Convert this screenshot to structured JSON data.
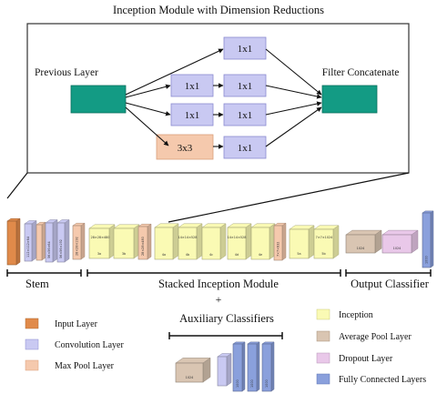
{
  "title": "Inception Module with Dimension Reductions",
  "module": {
    "previous_layer": "Previous Layer",
    "filter_concatenate": "Filter Concatenate",
    "conv_1x1": "1x1",
    "pool_3x3": "3x3"
  },
  "sections": {
    "stem": "Stem",
    "stacked": "Stacked Inception Module",
    "output": "Output Classifier",
    "plus": "+",
    "auxiliary": "Auxiliary Classifiers"
  },
  "block_labels": {
    "conv1": "112×112×64",
    "conv2": "56×56×64",
    "conv3": "56×56×192",
    "pool": "28×28×192",
    "inc3a": "3a",
    "inc3b": "3b",
    "pool3": "28×28×480",
    "inc4a": "4a",
    "inc4b": "4b",
    "inc4c": "4c",
    "inc4d": "4d",
    "inc4e": "4e",
    "inc4_dim": "14×14×528",
    "pool4": "7×7×832",
    "inc5a": "5a",
    "inc5b": "5b",
    "inc5_dim": "7×7×1024",
    "avg": "1024",
    "drop": "1024",
    "fc": "1000",
    "aux_avg": "1024",
    "aux_fc": "1000"
  },
  "legend": {
    "input": "Input Layer",
    "conv": "Convolution Layer",
    "maxpool": "Max Pool Layer",
    "inception": "Inception",
    "avgpool": "Average Pool Layer",
    "dropout": "Dropout Layer",
    "fc": "Fully Connected Layers"
  },
  "colors": {
    "input": "#e08a4a",
    "conv": "#c9c9f2",
    "maxpool": "#f5c9ad",
    "inception": "#fafab4",
    "avgpool": "#d9c5b2",
    "dropout": "#e9c8e9",
    "fc": "#8aa0dc",
    "teal": "#139b84"
  }
}
